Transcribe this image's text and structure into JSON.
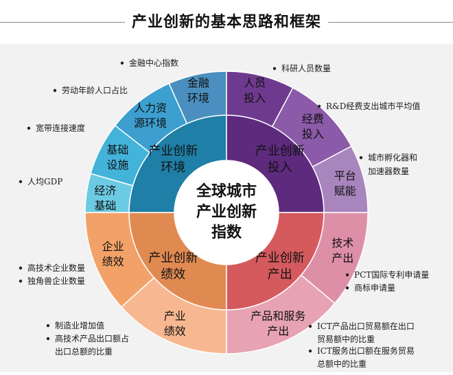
{
  "title": "产业创新的基本思路和框架",
  "center": [
    "全球城市",
    "产业创新",
    "指数"
  ],
  "quadrants": [
    {
      "id": "environment",
      "inner_label": [
        "产业创新",
        "环境"
      ],
      "inner_color": "#1f7fa6",
      "outer_color": "#3aa9cf",
      "segments": [
        {
          "label": [
            "金融",
            "环境"
          ],
          "color": "#4a8fbf",
          "indicators": [
            "金融中心指数"
          ]
        },
        {
          "label": [
            "人力资",
            "源环境"
          ],
          "color": "#3c9fd0",
          "indicators": [
            "劳动年龄人口占比"
          ]
        },
        {
          "label": [
            "基础",
            "设施"
          ],
          "color": "#44b3d9",
          "indicators": [
            "宽带连接速度"
          ]
        },
        {
          "label": [
            "经济",
            "基础"
          ],
          "color": "#6ccbe3",
          "indicators": [
            "人均GDP"
          ]
        }
      ]
    },
    {
      "id": "input",
      "inner_label": [
        "产业创新",
        "投入"
      ],
      "inner_color": "#5e2a7e",
      "outer_color": "#8a4fa6",
      "segments": [
        {
          "label": [
            "人员",
            "投入"
          ],
          "color": "#6e3a8f",
          "indicators": [
            "科研人员数量"
          ]
        },
        {
          "label": [
            "经费",
            "投入"
          ],
          "color": "#8b5aa8",
          "indicators": [
            "R&D经费支出城市平均值"
          ]
        },
        {
          "label": [
            "平台",
            "赋能"
          ],
          "color": "#a985bd",
          "indicators": [
            "城市孵化器和",
            "加速器数量"
          ]
        }
      ]
    },
    {
      "id": "performance",
      "inner_label": [
        "产业创新",
        "绩效"
      ],
      "inner_color": "#e08a52",
      "outer_color": "#f3a16e",
      "segments": [
        {
          "label": [
            "企业",
            "绩效"
          ],
          "color": "#f2a268",
          "indicators": [
            "高技术企业数量",
            "独角兽企业数量"
          ]
        },
        {
          "label": [
            "产业",
            "绩效"
          ],
          "color": "#f7b891",
          "indicators": [
            "制造业增加值",
            "高技术产品出口额占",
            "出口总额的比重"
          ]
        }
      ]
    },
    {
      "id": "output",
      "inner_label": [
        "产业创新",
        "产出"
      ],
      "inner_color": "#d45a5e",
      "outer_color": "#e58a90",
      "segments": [
        {
          "label": [
            "技术",
            "产出"
          ],
          "color": "#de8fa8",
          "indicators": [
            "PCT国际专利申请量",
            "商标申请量"
          ]
        },
        {
          "label": [
            "产品和服务",
            "产出"
          ],
          "color": "#e7a3b3",
          "indicators": [
            "ICT产品出口贸易额在出口",
            "贸易额中的比重",
            "ICT服务出口额在服务贸易",
            "总额中的比重"
          ]
        }
      ]
    }
  ],
  "colors": {
    "background": "#f2f2f2",
    "ring_separator": "#ffffff",
    "center_fill": "#ffffff",
    "bullet": "#222222"
  }
}
